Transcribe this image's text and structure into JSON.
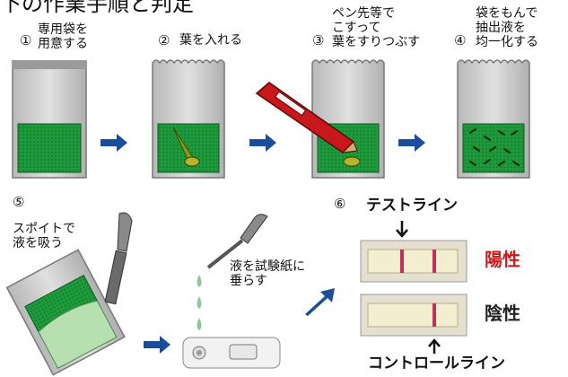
{
  "title": "下の作業手順と判定",
  "steps": [
    {
      "num": "①",
      "lines": [
        "専用袋を",
        "用意する"
      ]
    },
    {
      "num": "②",
      "lines": [
        "葉を入れる"
      ]
    },
    {
      "num": "③",
      "lines": [
        "ペン先等で",
        "こすって",
        "葉をすりつぶす"
      ]
    },
    {
      "num": "④",
      "lines": [
        "袋をもんで",
        "抽出液を",
        "均一化する"
      ]
    },
    {
      "num": "⑤",
      "lines": [
        "スポイトで",
        "液を吸う"
      ]
    },
    {
      "num": "⑥",
      "lines": []
    }
  ],
  "drop_label": [
    "液を試験紙に",
    "垂らす"
  ],
  "result": {
    "test_line": "テストライン",
    "control_line": "コントロールライン",
    "positive": "陽性",
    "negative": "陰性"
  },
  "colors": {
    "bag_green": "#1e9a3c",
    "arrow_blue": "#1a4e98",
    "pen_red": "#c8181c",
    "positive": "#d01818",
    "line_red": "#c0305a"
  }
}
